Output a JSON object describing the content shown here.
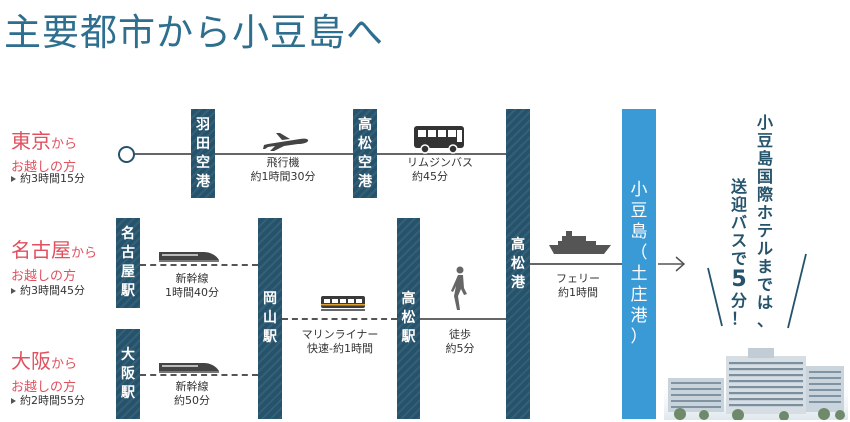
{
  "title": "主要都市から小豆島へ",
  "origins": {
    "tokyo": {
      "city": "東京",
      "kara": "から",
      "line2": "お越しの方",
      "duration": "約3時間15分"
    },
    "nagoya": {
      "city": "名古屋",
      "kara": "から",
      "line2": "お越しの方",
      "duration": "約3時間45分"
    },
    "osaka": {
      "city": "大阪",
      "kara": "から",
      "line2": "お越しの方",
      "duration": "約2時間55分"
    }
  },
  "stations": {
    "haneda": [
      "羽",
      "田",
      "空",
      "港"
    ],
    "takamatsu_airport": [
      "高",
      "松",
      "空",
      "港"
    ],
    "nagoya_st": [
      "名",
      "古",
      "屋",
      "駅"
    ],
    "osaka_st": [
      "大",
      "阪",
      "駅"
    ],
    "okayama_st": [
      "岡",
      "山",
      "駅"
    ],
    "takamatsu_st": [
      "高",
      "松",
      "駅"
    ],
    "takamatsu_port": [
      "高",
      "松",
      "港"
    ],
    "shodoshima": [
      "小",
      "豆",
      "島",
      "（",
      "土",
      "庄",
      "港",
      "）"
    ]
  },
  "legs": {
    "airplane": {
      "name": "飛行機",
      "time": "約1時間30分"
    },
    "limousine": {
      "name": "リムジンバス",
      "time": "約45分"
    },
    "shinkansen_nagoya": {
      "name": "新幹線",
      "time": "1時間40分"
    },
    "shinkansen_osaka": {
      "name": "新幹線",
      "time": "約50分"
    },
    "marine_liner": {
      "name": "マリンライナー",
      "time": "快速-約1時間"
    },
    "walk": {
      "name": "徒歩",
      "time": "約5分"
    },
    "ferry": {
      "name": "フェリー",
      "time": "約1時間"
    }
  },
  "hotel_note": {
    "line1": [
      "小",
      "豆",
      "島",
      "国",
      "際",
      "ホ",
      "テ",
      "ル",
      "ま",
      "で",
      "は",
      "、"
    ],
    "line2_pre": [
      "送",
      "迎",
      "バ",
      "ス",
      "で"
    ],
    "line2_num": "5",
    "line2_post": [
      "分",
      "！"
    ]
  },
  "icons": [
    "airplane-icon",
    "bus-icon",
    "shinkansen-icon",
    "train-icon",
    "walker-icon",
    "ship-icon",
    "hotel-building-image"
  ],
  "colors": {
    "dark_bar": "#26536c",
    "light_bar": "#3a9ad6",
    "origin_red": "#e0505e",
    "title": "#2e6e8e"
  }
}
